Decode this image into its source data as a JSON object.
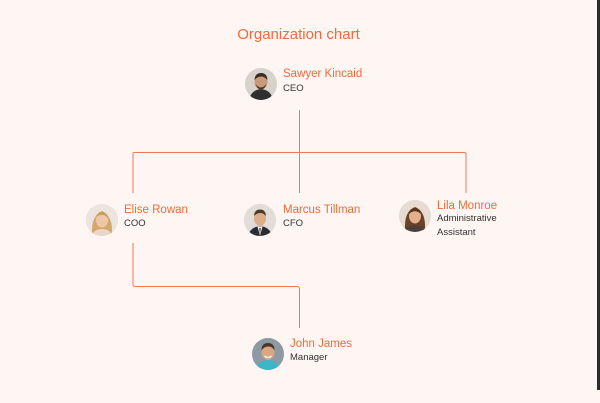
{
  "chart": {
    "title": "Organization chart"
  },
  "colors": {
    "accent": "#ef6b3a",
    "line": "#ef7b52",
    "text": "#333333",
    "background": "#fef6f3"
  },
  "people": [
    {
      "id": "sawyer",
      "name": "Sawyer Kincaid",
      "role": "CEO",
      "avatar": "man-dark-jacket"
    },
    {
      "id": "elise",
      "name": "Elise Rowan",
      "role": "COO",
      "avatar": "woman-blonde"
    },
    {
      "id": "marcus",
      "name": "Marcus Tillman",
      "role": "CFO",
      "avatar": "man-suit"
    },
    {
      "id": "lila",
      "name": "Lila Monroe",
      "role": "Administrative Assistant",
      "avatar": "woman-brown-hair"
    },
    {
      "id": "john",
      "name": "John James",
      "role": "Manager",
      "avatar": "man-teal-shirt"
    }
  ],
  "hierarchy": [
    {
      "parent": "sawyer",
      "child": "elise"
    },
    {
      "parent": "sawyer",
      "child": "marcus"
    },
    {
      "parent": "sawyer",
      "child": "lila"
    },
    {
      "parent": "elise",
      "child": "john"
    }
  ]
}
